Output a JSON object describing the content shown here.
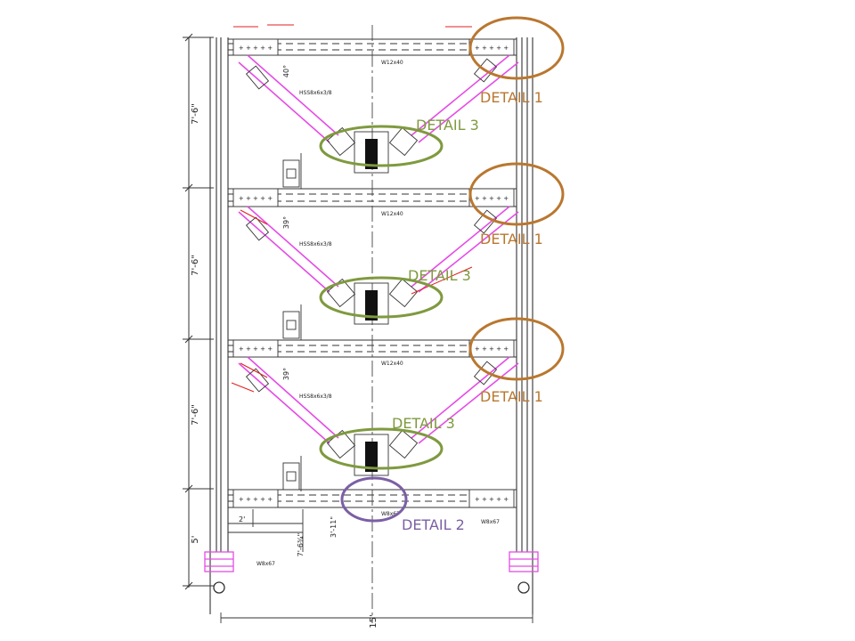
{
  "colors": {
    "detail1": "#b9772f",
    "detail2": "#7b5fa5",
    "detail3": "#7f9a3f",
    "brace": "#e54ce6",
    "annotation": "#e02020",
    "line": "#333333"
  },
  "callouts": {
    "detail1_a": "DETAIL 1",
    "detail1_b": "DETAIL 1",
    "detail1_c": "DETAIL 1",
    "detail2": "DETAIL 2",
    "detail3_a": "DETAIL 3",
    "detail3_b": "DETAIL 3",
    "detail3_c": "DETAIL 3"
  },
  "dimensions": {
    "story_1": "7'-6\"",
    "story_2": "7'-6\"",
    "story_3": "7'-6\"",
    "base": "5'",
    "overall_width": "15'",
    "offset_2ft": "2'",
    "offset_7ft": "7'-6¾\"",
    "offset_3ft": "3'-11\""
  },
  "angles": {
    "top": "40°",
    "middle": "39°",
    "bottom": "39°"
  },
  "members": {
    "beam_1": "W12x40",
    "beam_2": "W12x40",
    "beam_3": "W12x40",
    "beam_4": "W8x67",
    "brace_1": "HSS8x6x3/8",
    "brace_2": "HSS8x6x3/8",
    "brace_3": "HSS8x6x3/8",
    "column_left": "W8x67",
    "column_right": "W8x67"
  }
}
